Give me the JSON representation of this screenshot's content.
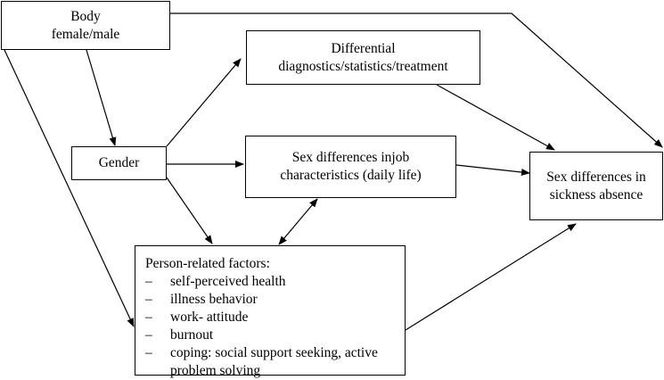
{
  "nodes": {
    "body": {
      "lines": [
        "Body",
        "female/male"
      ]
    },
    "gender": {
      "lines": [
        "Gender"
      ]
    },
    "differential": {
      "lines": [
        "Differential",
        "diagnostics/statistics/treatment"
      ]
    },
    "sex_job": {
      "lines": [
        "Sex differences injob",
        "characteristics (daily life)"
      ]
    },
    "sickness": {
      "lines": [
        "Sex differences in",
        "sickness absence"
      ]
    },
    "person": {
      "title": "Person-related factors:",
      "bullet": "–",
      "items": [
        "self-perceived health",
        "illness behavior",
        "work- attitude",
        "burnout",
        "coping: social support seeking, active problem solving"
      ]
    }
  },
  "edges": [
    {
      "from": "body",
      "to": "gender"
    },
    {
      "from": "body",
      "to": "sickness"
    },
    {
      "from": "body",
      "to": "person"
    },
    {
      "from": "gender",
      "to": "differential"
    },
    {
      "from": "gender",
      "to": "sex_job"
    },
    {
      "from": "gender",
      "to": "person"
    },
    {
      "from": "differential",
      "to": "sickness"
    },
    {
      "from": "sex_job",
      "to": "sickness"
    },
    {
      "from": "sex_job",
      "to": "person",
      "bidirectional": true
    },
    {
      "from": "person",
      "to": "sickness"
    }
  ]
}
